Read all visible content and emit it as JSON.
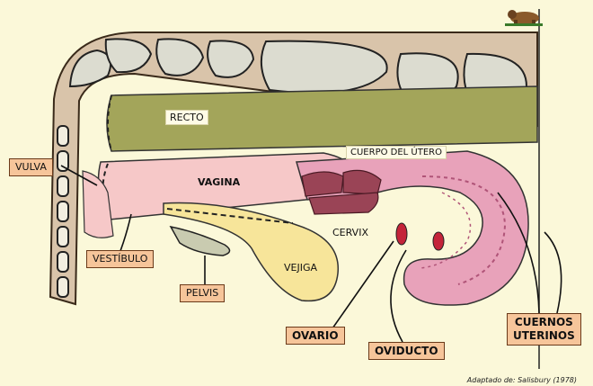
{
  "labels": {
    "recto": "RECTO",
    "cuerpo_utero": "CUERPO DEL ÚTERO",
    "vagina": "VAGINA",
    "cervix": "CERVIX",
    "vejiga": "VEJIGA",
    "vulva": "VULVA",
    "vestibulo": "VESTÍBULO",
    "pelvis": "PELVIS",
    "ovario": "OVARIO",
    "oviducto": "OVIDUCTO",
    "cuernos_line1": "CUERNOS",
    "cuernos_line2": "UTERINOS"
  },
  "credit": "Adaptado de: Salisbury (1978)",
  "colors": {
    "background": "#fbf8d9",
    "bone": "#d9c4aa",
    "vertebra": "#dcdcd0",
    "rectum": "#a3a55a",
    "vagina": "#f6c8c8",
    "uterus": "#e8a2ba",
    "cervix": "#9a4456",
    "bladder": "#f7e59a",
    "label_fill": "#f6c59a"
  }
}
